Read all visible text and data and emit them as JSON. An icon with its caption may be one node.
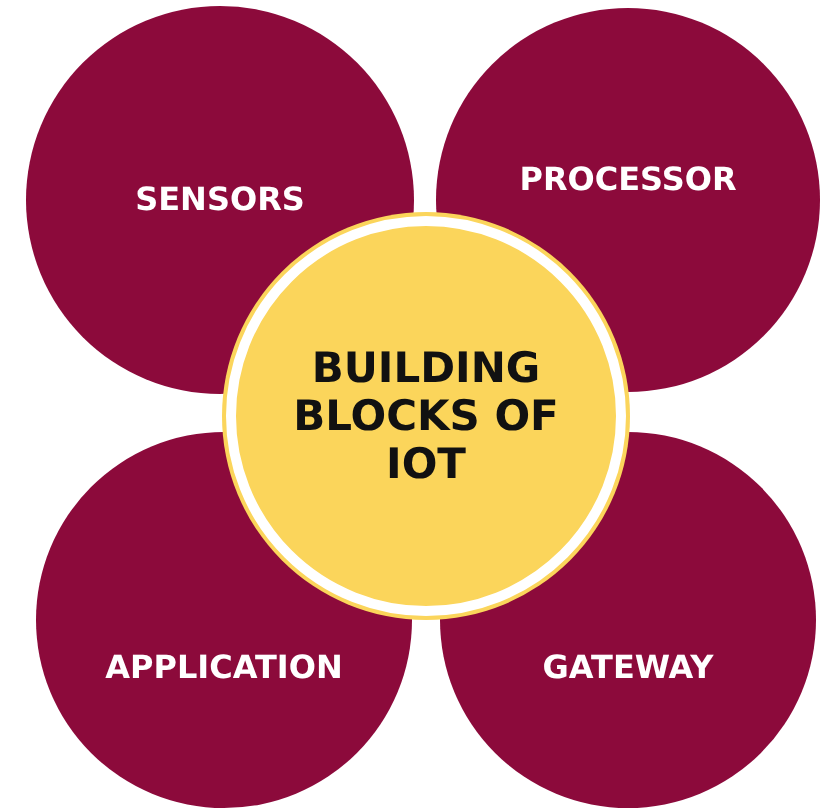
{
  "diagram": {
    "nodes": [
      {
        "text": [
          "SENSORS"
        ]
      },
      {
        "text": [
          "PROCESSOR"
        ]
      },
      {
        "text": [
          "BUILDING BLOCKS OF IOT"
        ]
      },
      {
        "text": [
          "APPLICATION"
        ]
      },
      {
        "text": [
          "GATEWAY"
        ]
      }
    ]
  }
}
